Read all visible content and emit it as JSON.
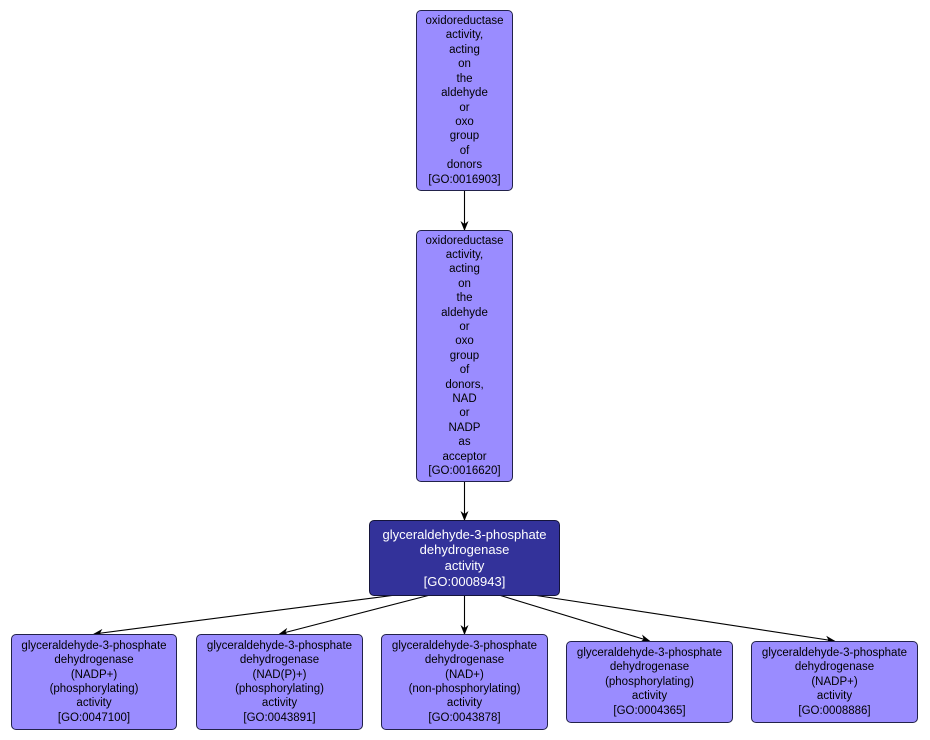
{
  "diagram": {
    "type": "GO term hierarchy",
    "nodes": [
      {
        "id": "n1",
        "label": [
          "oxidoreductase",
          "activity,",
          "acting",
          "on",
          "the",
          "aldehyde",
          "or",
          "oxo",
          "group",
          "of",
          "donors",
          "[GO:0016903]"
        ],
        "go_id": "GO:0016903",
        "role": "ancestor"
      },
      {
        "id": "n2",
        "label": [
          "oxidoreductase",
          "activity,",
          "acting",
          "on",
          "the",
          "aldehyde",
          "or",
          "oxo",
          "group",
          "of",
          "donors,",
          "NAD",
          "or",
          "NADP",
          "as",
          "acceptor",
          "[GO:0016620]"
        ],
        "go_id": "GO:0016620",
        "role": "ancestor"
      },
      {
        "id": "n3",
        "label": [
          "glyceraldehyde-3-phosphate",
          "dehydrogenase",
          "activity",
          "[GO:0008943]"
        ],
        "go_id": "GO:0008943",
        "role": "focus"
      },
      {
        "id": "c1",
        "label": [
          "glyceraldehyde-3-phosphate",
          "dehydrogenase",
          "(NADP+)",
          "(phosphorylating)",
          "activity",
          "[GO:0047100]"
        ],
        "go_id": "GO:0047100",
        "role": "child"
      },
      {
        "id": "c2",
        "label": [
          "glyceraldehyde-3-phosphate",
          "dehydrogenase",
          "(NAD(P)+)",
          "(phosphorylating)",
          "activity",
          "[GO:0043891]"
        ],
        "go_id": "GO:0043891",
        "role": "child"
      },
      {
        "id": "c3",
        "label": [
          "glyceraldehyde-3-phosphate",
          "dehydrogenase",
          "(NAD+)",
          "(non-phosphorylating)",
          "activity",
          "[GO:0043878]"
        ],
        "go_id": "GO:0043878",
        "role": "child"
      },
      {
        "id": "c4",
        "label": [
          "glyceraldehyde-3-phosphate",
          "dehydrogenase",
          "(phosphorylating)",
          "activity",
          "[GO:0004365]"
        ],
        "go_id": "GO:0004365",
        "role": "child"
      },
      {
        "id": "c5",
        "label": [
          "glyceraldehyde-3-phosphate",
          "dehydrogenase",
          "(NADP+)",
          "activity",
          "[GO:0008886]"
        ],
        "go_id": "GO:0008886",
        "role": "child"
      }
    ],
    "edges": [
      {
        "from": "n1",
        "to": "n2"
      },
      {
        "from": "n2",
        "to": "n3"
      },
      {
        "from": "n3",
        "to": "c1"
      },
      {
        "from": "n3",
        "to": "c2"
      },
      {
        "from": "n3",
        "to": "c3"
      },
      {
        "from": "n3",
        "to": "c4"
      },
      {
        "from": "n3",
        "to": "c5"
      }
    ],
    "colors": {
      "node_fill": "#9a8cff",
      "focus_fill": "#33329a",
      "border": "#22224a",
      "edge": "#000000"
    }
  }
}
